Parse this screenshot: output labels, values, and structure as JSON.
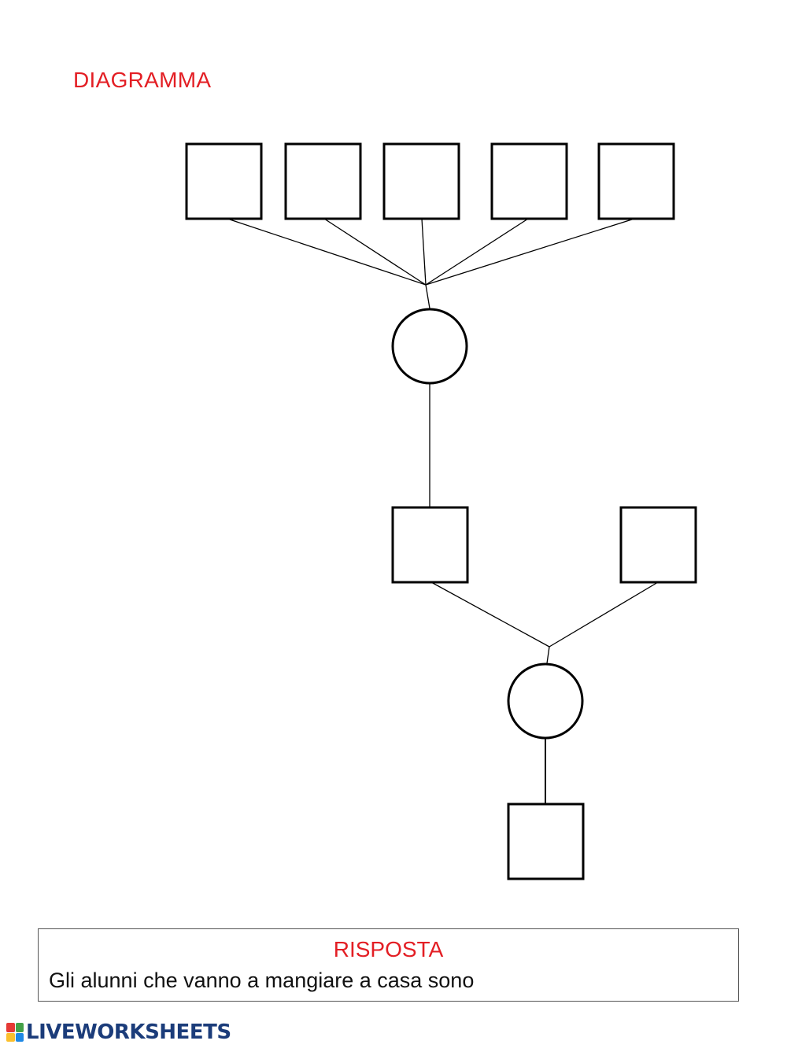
{
  "title": "DIAGRAMMA",
  "answer": {
    "heading": "RISPOSTA",
    "text": "Gli alunni che vanno a mangiare a casa sono"
  },
  "logo": {
    "text": "LIVEWORKSHEETS",
    "colors": [
      "#e53935",
      "#43a047",
      "#fbc02d",
      "#1e88e5"
    ]
  },
  "colors": {
    "accent": "#e31e24",
    "stroke": "#000000"
  }
}
